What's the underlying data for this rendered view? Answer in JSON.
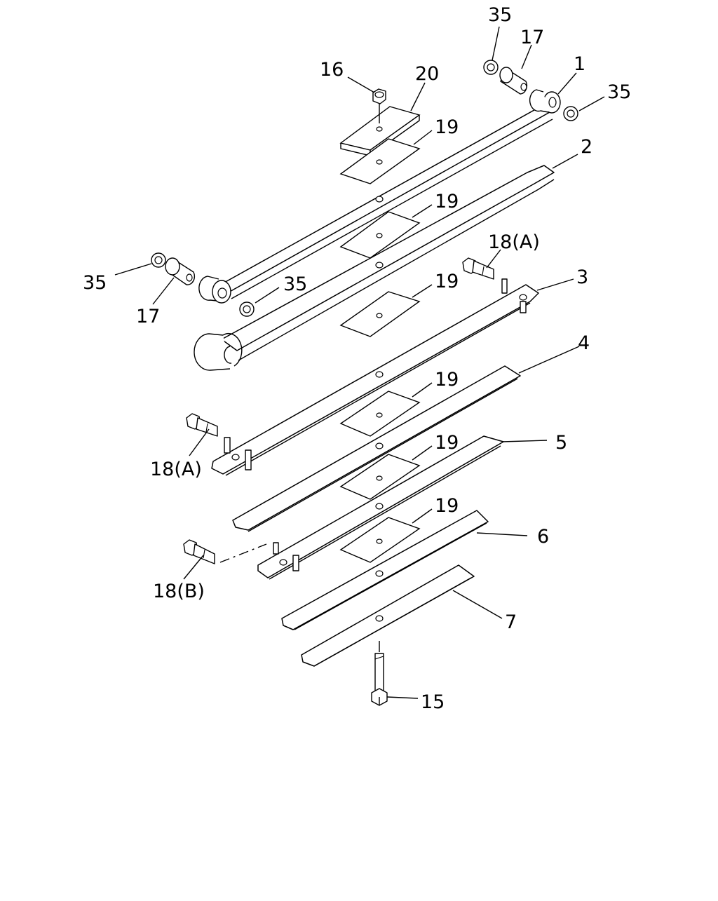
{
  "callouts": {
    "c35_top": "35",
    "c17_top": "17",
    "c1": "1",
    "c35_right": "35",
    "c16": "16",
    "c20": "20",
    "c19_a": "19",
    "c2": "2",
    "c19_b": "19",
    "c18a_top": "18(A)",
    "c35_left": "35",
    "c35_mid": "35",
    "c3": "3",
    "c17_left": "17",
    "c19_c": "19",
    "c4": "4",
    "c19_d": "19",
    "c18a_left": "18(A)",
    "c19_e": "19",
    "c5": "5",
    "c19_f": "19",
    "c6": "6",
    "c18b": "18(B)",
    "c7": "7",
    "c15": "15"
  }
}
